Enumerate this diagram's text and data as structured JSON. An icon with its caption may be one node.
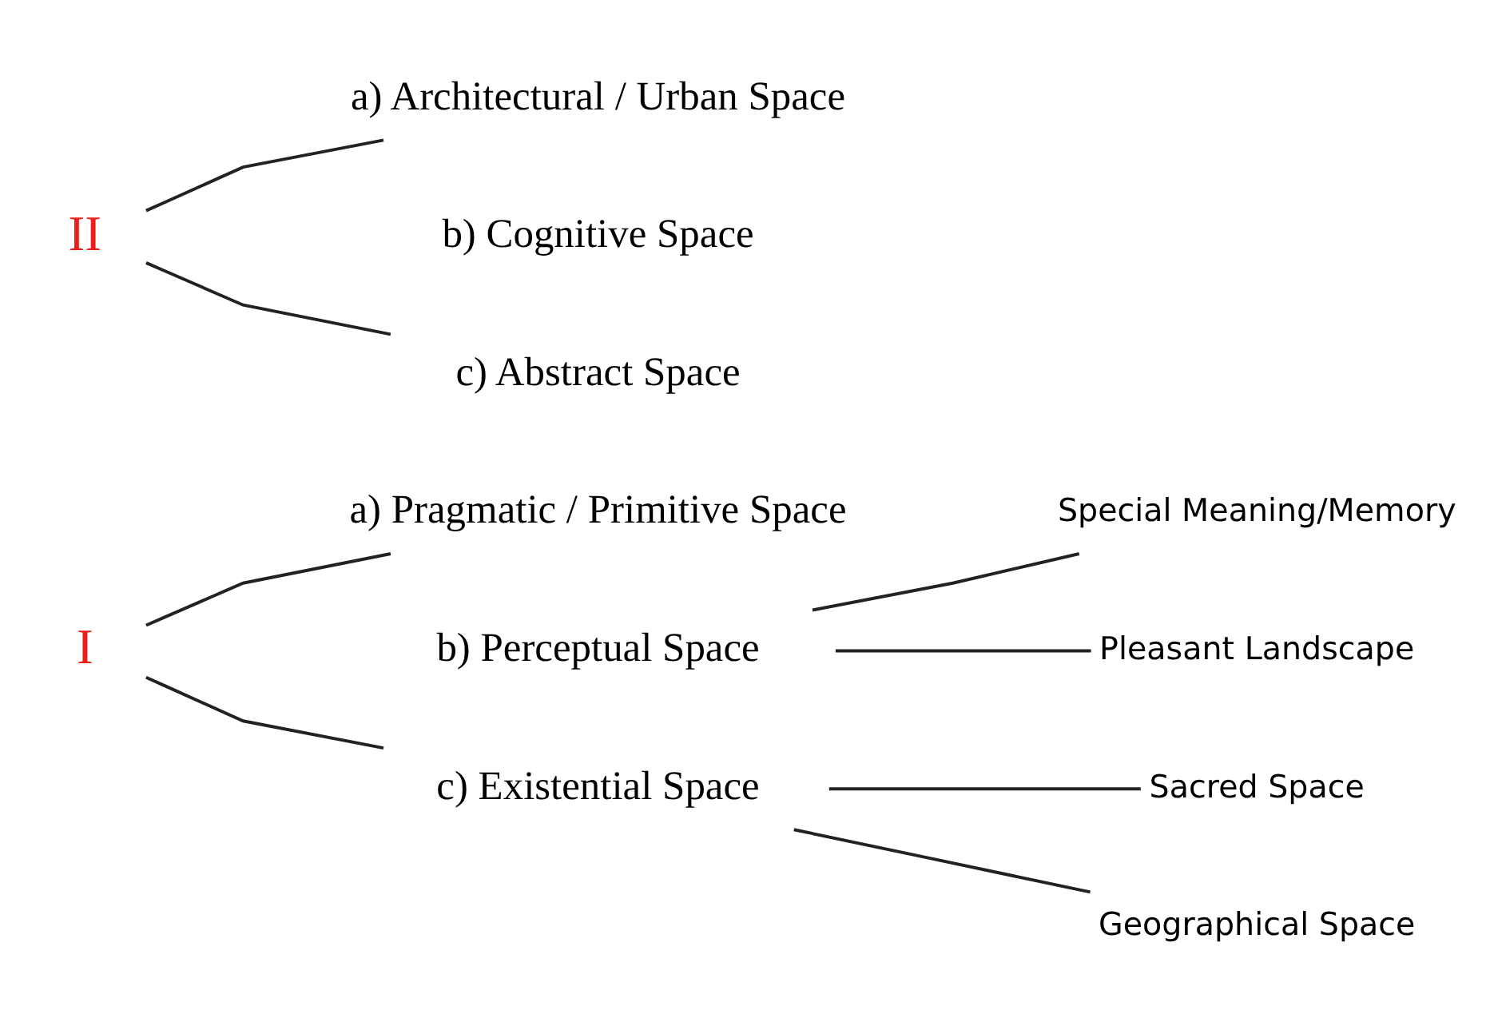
{
  "diagram": {
    "nodes": [
      {
        "text": [
          "I"
        ]
      },
      {
        "text": [
          "a) Pragmatic / Primitive Space"
        ]
      },
      {
        "text": [
          "b) Perceptual Space"
        ]
      },
      {
        "text": [
          "Special Meaning/Memory"
        ]
      },
      {
        "text": [
          "Pleasant Landscape"
        ]
      },
      {
        "text": [
          "c) Existential Space"
        ]
      },
      {
        "text": [
          "Sacred Space"
        ]
      },
      {
        "text": [
          "Geographical Space"
        ]
      },
      {
        "text": [
          "II"
        ]
      },
      {
        "text": [
          "a) Architectural / Urban Space"
        ]
      },
      {
        "text": [
          "b) Cognitive Space"
        ]
      },
      {
        "text": [
          "c) Abstract Space"
        ]
      }
    ],
    "edges": [
      {
        "from": 0,
        "to": 1,
        "arrow": "none"
      },
      {
        "from": 0,
        "to": 5,
        "arrow": "none"
      },
      {
        "from": 2,
        "to": 3,
        "arrow": "none"
      },
      {
        "from": 2,
        "to": 4,
        "arrow": "none"
      },
      {
        "from": 5,
        "to": 6,
        "arrow": "none"
      },
      {
        "from": 5,
        "to": 7,
        "arrow": "none"
      },
      {
        "from": 8,
        "to": 9,
        "arrow": "none"
      },
      {
        "from": 8,
        "to": 11,
        "arrow": "none"
      }
    ]
  }
}
